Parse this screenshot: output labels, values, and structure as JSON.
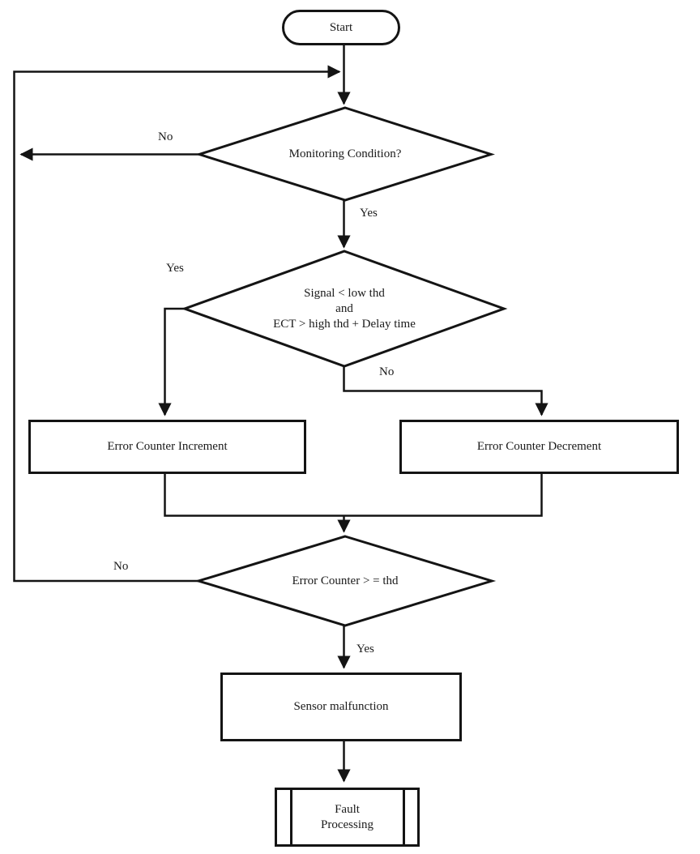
{
  "diagram": {
    "type": "flowchart",
    "colors": {
      "line": "#141414",
      "background": "#ffffff",
      "text": "#1a1a1a"
    },
    "nodes": {
      "start": {
        "shape": "terminator",
        "label": "Start"
      },
      "monitoring_condition": {
        "shape": "decision",
        "label": "Monitoring Condition?"
      },
      "signal_condition": {
        "shape": "decision",
        "lines": [
          "Signal < low thd",
          "and",
          "ECT > high thd + Delay time"
        ]
      },
      "error_counter_increment": {
        "shape": "process",
        "label": "Error Counter Increment"
      },
      "error_counter_decrement": {
        "shape": "process",
        "label": "Error Counter Decrement"
      },
      "error_counter_threshold": {
        "shape": "decision",
        "label": "Error Counter > = thd"
      },
      "sensor_malfunction": {
        "shape": "process",
        "label": "Sensor malfunction"
      },
      "fault_processing": {
        "shape": "predefined-process",
        "lines": [
          "Fault",
          "Processing"
        ]
      }
    },
    "edge_labels": {
      "monitoring_no": "No",
      "monitoring_yes": "Yes",
      "signal_yes": "Yes",
      "signal_no": "No",
      "threshold_no": "No",
      "threshold_yes": "Yes"
    }
  }
}
